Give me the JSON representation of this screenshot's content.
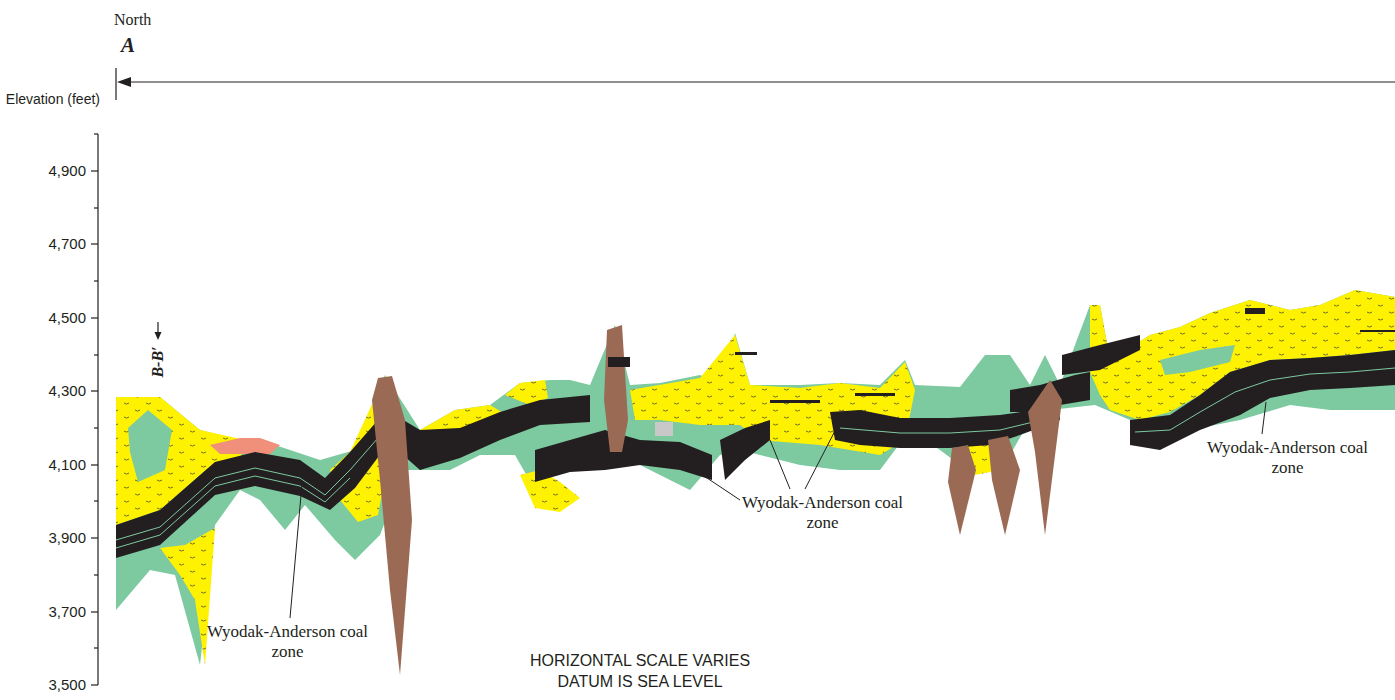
{
  "diagram": {
    "labels": [
      "North",
      "A",
      "Elevation (feet)",
      "4,900",
      "4,700",
      "4,500",
      "4,300",
      "4,100",
      "3,900",
      "3,700",
      "3,500",
      "B-B′",
      "Wyodak-Anderson coal zone",
      "Wyodak-Anderson coal zone",
      "Wyodak-Anderson coal zone",
      "HORIZONTAL SCALE VARIES",
      "DATUM IS SEA LEVEL"
    ]
  }
}
